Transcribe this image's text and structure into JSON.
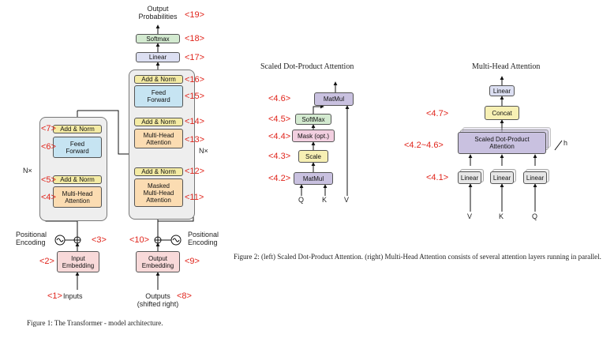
{
  "transformer": {
    "output_probabilities": "Output\nProbabilities",
    "softmax": "Softmax",
    "linear": "Linear",
    "add_norm": "Add & Norm",
    "feed_forward": "Feed\nForward",
    "multi_head_attention": "Multi-Head\nAttention",
    "masked_multi_head_attention": "Masked\nMulti-Head\nAttention",
    "nx": "N×",
    "positional_encoding": "Positional\nEncoding",
    "input_embedding": "Input\nEmbedding",
    "output_embedding": "Output\nEmbedding",
    "inputs": "Inputs",
    "outputs": "Outputs\n(shifted right)",
    "caption": "Figure 1: The Transformer - model architecture."
  },
  "sdpa": {
    "title": "Scaled Dot-Product Attention",
    "matmul": "MatMul",
    "softmax": "SoftMax",
    "mask": "Mask (opt.)",
    "scale": "Scale",
    "q": "Q",
    "k": "K",
    "v": "V"
  },
  "mha": {
    "title": "Multi-Head Attention",
    "linear": "Linear",
    "concat": "Concat",
    "sdpa": "Scaled Dot-Product\nAttention",
    "h": "h",
    "v": "V",
    "k": "K",
    "q": "Q"
  },
  "figure2_caption": "Figure 2: (left) Scaled Dot-Product Attention. (right) Multi-Head Attention consists of several attention layers running in parallel.",
  "annotations": {
    "a1": "<1>",
    "a2": "<2>",
    "a3": "<3>",
    "a4": "<4>",
    "a5": "<5>",
    "a6": "<6>",
    "a7": "<7>",
    "a8": "<8>",
    "a9": "<9>",
    "a10": "<10>",
    "a11": "<11>",
    "a12": "<12>",
    "a13": "<13>",
    "a14": "<14>",
    "a15": "<15>",
    "a16": "<16>",
    "a17": "<17>",
    "a18": "<18>",
    "a19": "<19>",
    "b46": "<4.6>",
    "b45": "<4.5>",
    "b44": "<4.4>",
    "b43": "<4.3>",
    "b42": "<4.2>",
    "c47": "<4.7>",
    "c4246": "<4.2~4.6>",
    "c41": "<4.1>"
  }
}
